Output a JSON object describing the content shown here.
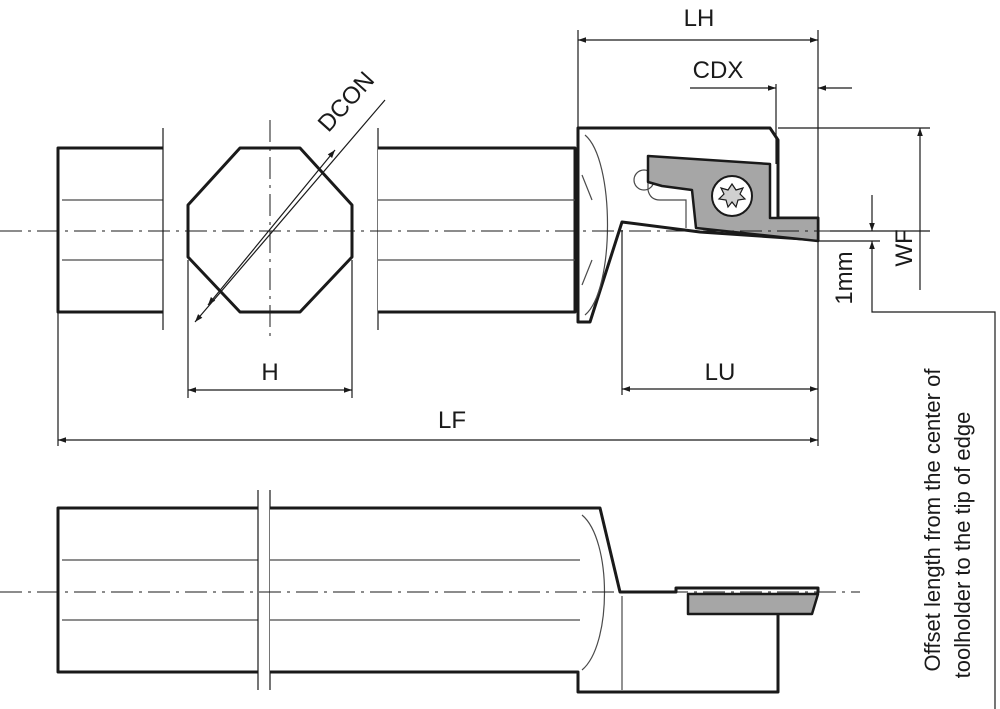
{
  "labels": {
    "lh": "LH",
    "cdx": "CDX",
    "dcon": "DCON",
    "h": "H",
    "lu": "LU",
    "lf": "LF",
    "wf": "WF",
    "one_mm": "1mm"
  },
  "note": {
    "line1": "Offset length from the center of",
    "line2": "toolholder to the tip of edge"
  },
  "colors": {
    "ink": "#1a1a1a",
    "insert": "#a6a6a6",
    "background": "#ffffff"
  }
}
